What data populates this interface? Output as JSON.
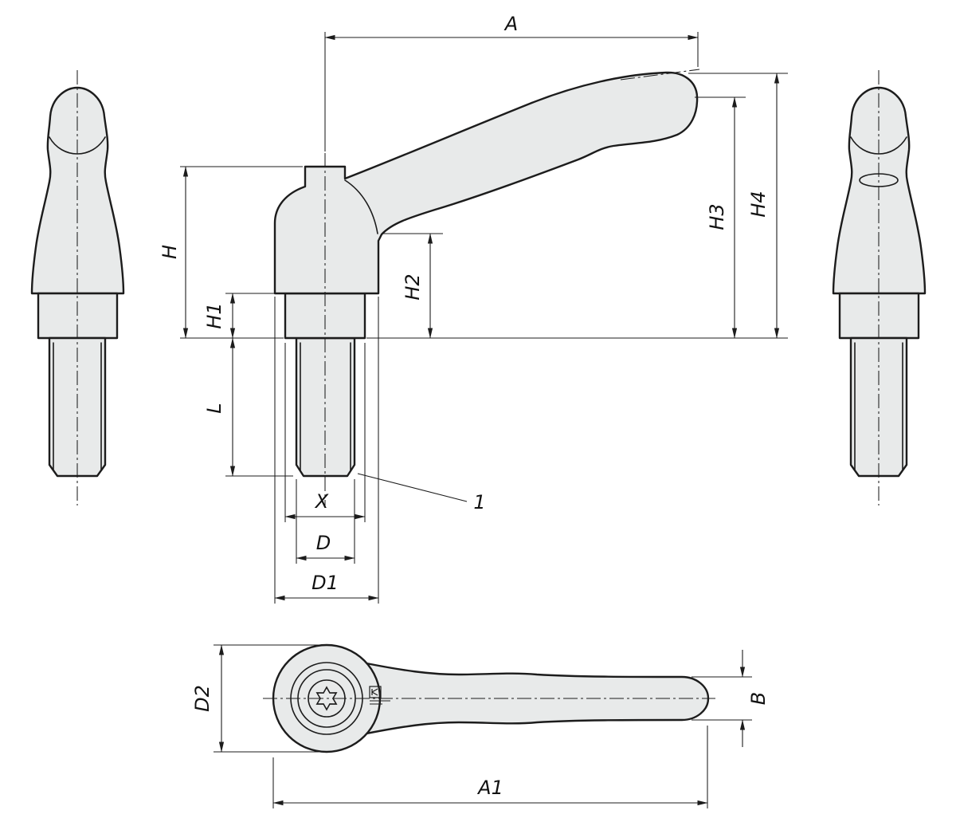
{
  "colors": {
    "background": "#ffffff",
    "part_fill": "#e8eaea",
    "line": "#1c1c1c"
  },
  "dims": {
    "A": "A",
    "H": "H",
    "H1": "H1",
    "H2": "H2",
    "H3": "H3",
    "H4": "H4",
    "L": "L",
    "X": "X",
    "D": "D",
    "D1": "D1",
    "D2": "D2",
    "B": "B",
    "A1": "A1"
  },
  "callouts": {
    "position_1": "1"
  }
}
